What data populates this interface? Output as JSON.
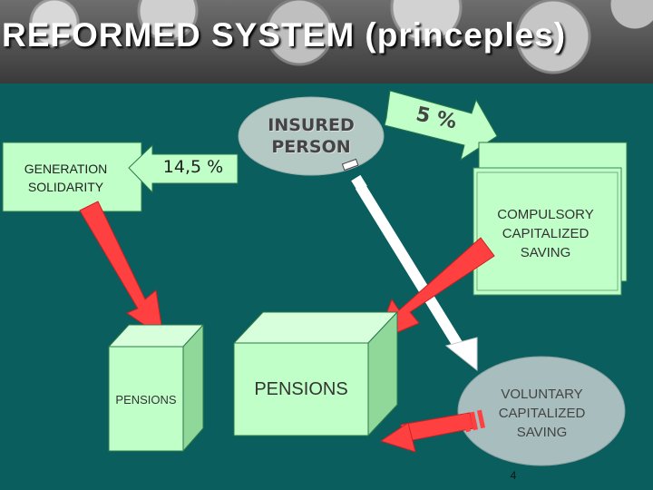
{
  "slide": {
    "title": "REFORMED SYSTEM (princeples)",
    "page_number": "4"
  },
  "nodes": {
    "generation_solidarity": "GENERATION\nSOLIDARITY",
    "insured_person": "INSURED\nPERSON",
    "compulsory_saving": "COMPULSORY\nCAPITALIZED\nSAVING",
    "pensions_small": "PENSIONS",
    "pensions_large": "PENSIONS",
    "voluntary_saving": "VOLUNTARY\nCAPITALIZED\nSAVING"
  },
  "arrows": {
    "to_generation_rate": "14,5 %",
    "to_compulsory_rate": "5 %"
  },
  "colors": {
    "background": "#0b5e5e",
    "box_fill": "#c0ffc8",
    "box_top": "#d8ffdc",
    "box_side": "#8fd89a",
    "arrow_red": "#ff4040",
    "ellipse_fill": "#a8bdbd"
  }
}
